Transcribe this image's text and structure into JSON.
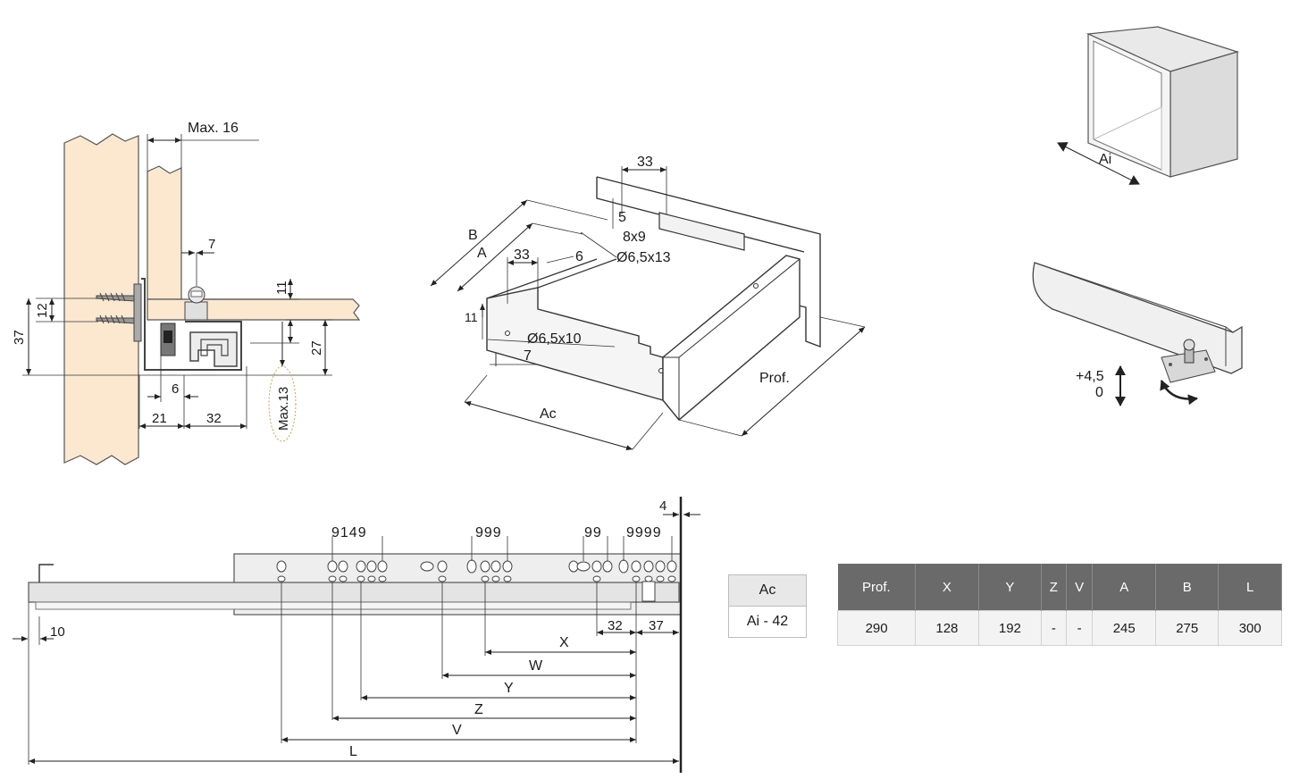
{
  "cross_section": {
    "max16": "Max. 16",
    "d7": "7",
    "d11": "11",
    "d12": "12",
    "d37": "37",
    "d27": "27",
    "d6": "6",
    "d21": "21",
    "d32": "32",
    "max13": "Max.13"
  },
  "drawer": {
    "d33_top": "33",
    "d5": "5",
    "d8x9": "8x9",
    "B": "B",
    "A": "A",
    "d33": "33",
    "d6": "6",
    "hole13": "Ø6,5x13",
    "d11": "11",
    "hole10": "Ø6,5x10",
    "d7": "7",
    "Ac": "Ac",
    "Prof": "Prof."
  },
  "cabinet": {
    "Ai": "Ai"
  },
  "adjust": {
    "up": "+4,5",
    "zero": "0"
  },
  "runner": {
    "hole_group1": "9149",
    "hole_group2": "999",
    "hole_group3": "99",
    "hole_group4": "9999",
    "d4": "4",
    "d10": "10",
    "d32": "32",
    "d37": "37",
    "X": "X",
    "W": "W",
    "Y": "Y",
    "Z": "Z",
    "V": "V",
    "L": "L"
  },
  "ac_table": {
    "header": "Ac",
    "value": "Ai - 42"
  },
  "spec_table": {
    "headers": [
      "Prof.",
      "X",
      "Y",
      "Z",
      "V",
      "A",
      "B",
      "L"
    ],
    "values": [
      "290",
      "128",
      "192",
      "-",
      "-",
      "245",
      "275",
      "300"
    ]
  }
}
